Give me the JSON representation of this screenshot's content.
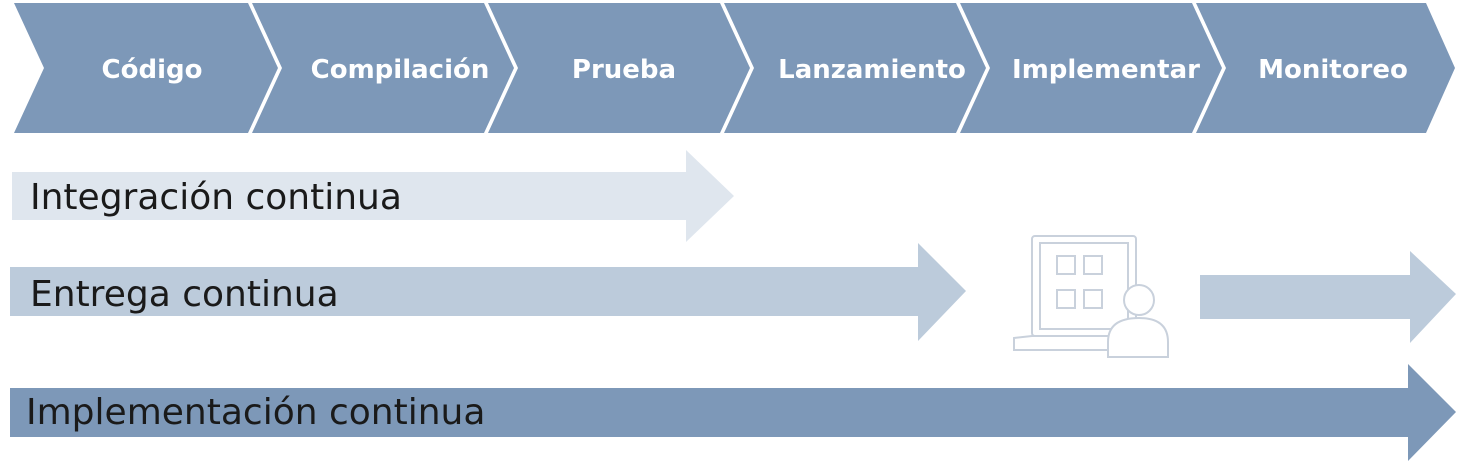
{
  "pipeline": {
    "stages": [
      {
        "label": "Código"
      },
      {
        "label": "Compilación"
      },
      {
        "label": "Prueba"
      },
      {
        "label": "Lanzamiento"
      },
      {
        "label": "Implementar"
      },
      {
        "label": "Monitoreo"
      }
    ]
  },
  "arrows": {
    "integration": {
      "label": "Integración continua"
    },
    "delivery": {
      "label": "Entrega continua"
    },
    "deployment": {
      "label": "Implementación continua"
    }
  },
  "icons": {
    "approval": "laptop-user-icon"
  },
  "colors": {
    "stage_fill": "#7d98b8",
    "integration_fill": "#dfe6ee",
    "delivery_fill": "#bccbdb",
    "deployment_fill": "#7d98b8",
    "icon_stroke": "#c9d1dc",
    "stage_text": "#ffffff",
    "label_text": "#1a1a1a"
  }
}
